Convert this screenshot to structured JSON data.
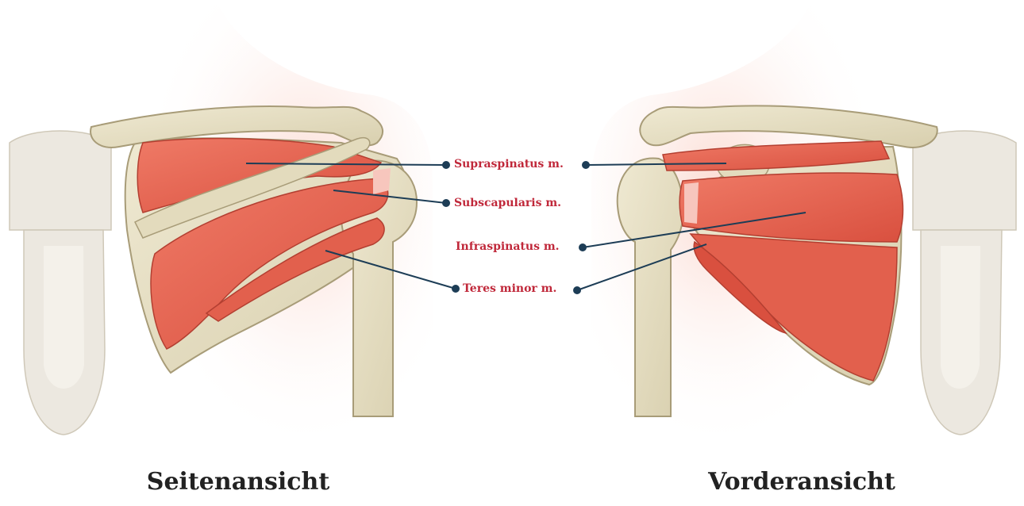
{
  "labels": {
    "supraspinatus": "Supraspinatus m.",
    "subscapularis": "Subscapularis m.",
    "infraspinatus": "Infraspinatus m.",
    "teres_minor": "Teres minor m."
  },
  "captions": {
    "left_view": "Seitenansicht",
    "right_view": "Vorderansicht"
  },
  "colors": {
    "label_text": "#c0283a",
    "leader_line": "#1d3d56",
    "bone": "#e6dfc4",
    "bone_outline": "#a89c78",
    "muscle": "#e8604e",
    "muscle_dark": "#c9473a",
    "skin_shadow": "#fde7e1",
    "vertebra": "#ece8e0"
  }
}
